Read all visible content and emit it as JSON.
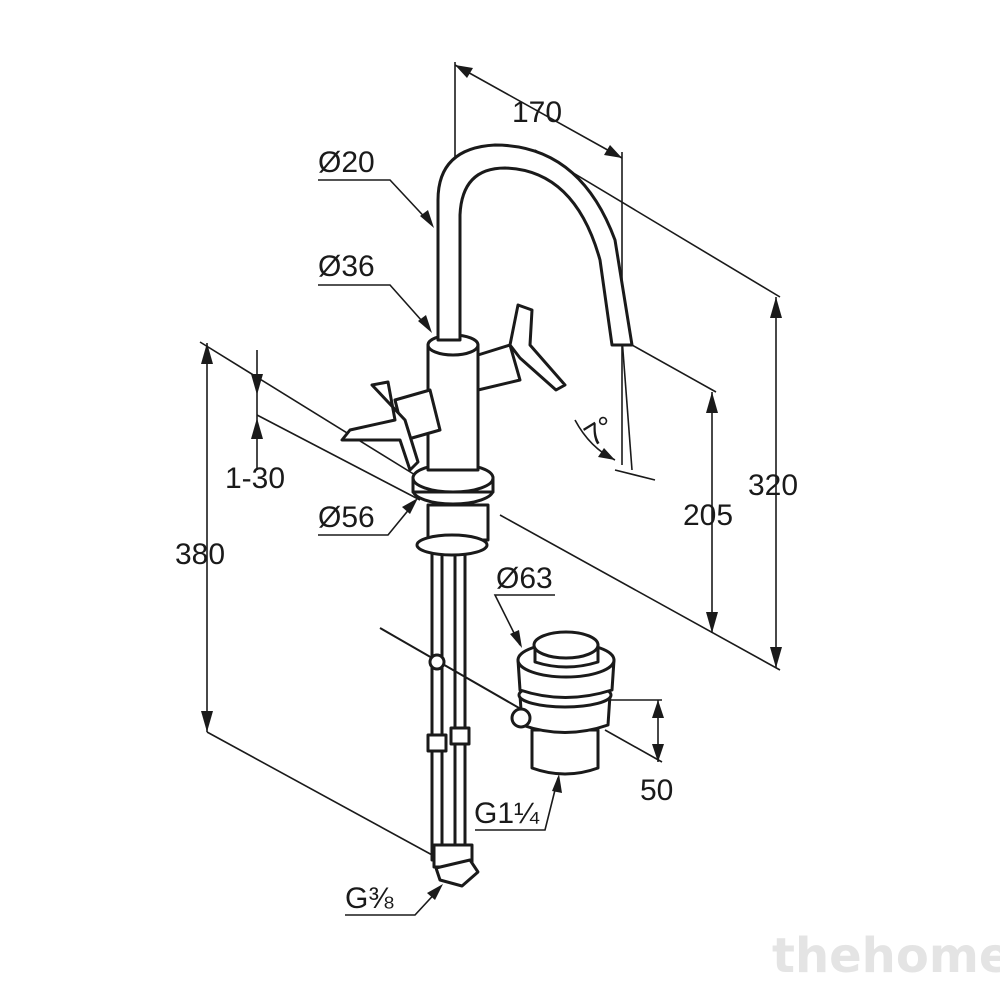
{
  "dimensions": {
    "width_170": "170",
    "dia_20": "Ø20",
    "dia_36": "Ø36",
    "range_1_30": "1-30",
    "dia_56": "Ø56",
    "height_380": "380",
    "height_205": "205",
    "height_320": "320",
    "angle_7": "7°",
    "dia_63": "Ø63",
    "depth_50": "50",
    "thread_g114": "G1¼",
    "thread_g38": "G⅜"
  },
  "watermark": "thehome"
}
